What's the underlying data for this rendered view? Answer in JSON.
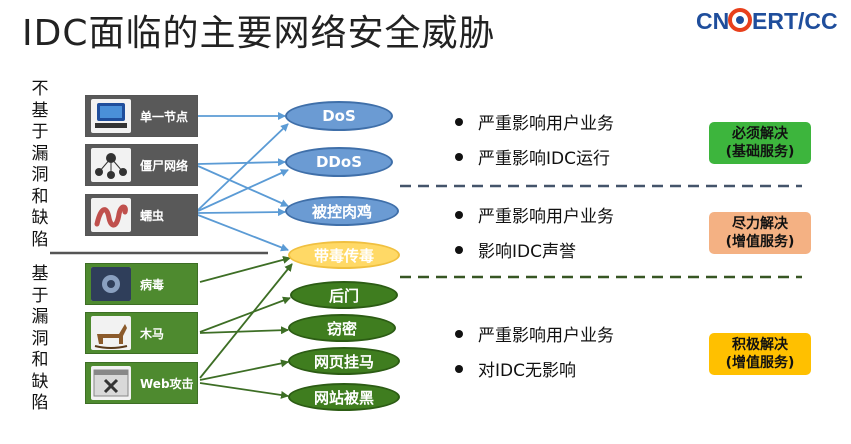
{
  "title": "IDC面临的主要网络安全威胁",
  "logo": {
    "text": "CNCERT/CC",
    "brand_color": "#1f4e9c",
    "accent_color": "#e8401c"
  },
  "side_labels": {
    "not_vuln": "不基于漏洞和缺陷",
    "vuln": "基于漏洞和缺陷"
  },
  "sources": [
    {
      "label": "单一节点",
      "icon": "computer-icon"
    },
    {
      "label": "僵尸网络",
      "icon": "botnet-icon"
    },
    {
      "label": "蠕虫",
      "icon": "worm-icon"
    },
    {
      "label": "病毒",
      "icon": "virus-icon"
    },
    {
      "label": "木马",
      "icon": "trojan-horse-icon"
    },
    {
      "label": "Web攻击",
      "icon": "web-attack-icon"
    }
  ],
  "threats": [
    {
      "label": "DoS",
      "style": "blue"
    },
    {
      "label": "DDoS",
      "style": "blue"
    },
    {
      "label": "被控肉鸡",
      "style": "blue"
    },
    {
      "label": "带毒传毒",
      "style": "yellow"
    },
    {
      "label": "后门",
      "style": "green"
    },
    {
      "label": "窃密",
      "style": "green"
    },
    {
      "label": "网页挂马",
      "style": "green"
    },
    {
      "label": "网站被黑",
      "style": "green"
    }
  ],
  "impacts": [
    {
      "items": [
        "严重影响用户业务",
        "严重影响IDC运行"
      ]
    },
    {
      "items": [
        "严重影响用户业务",
        "影响IDC声誉"
      ]
    },
    {
      "items": [
        "严重影响用户业务",
        "对IDC无影响"
      ]
    }
  ],
  "badges": [
    {
      "line1": "必须解决",
      "line2": "(基础服务)",
      "color": "#3db53d"
    },
    {
      "line1": "尽力解决",
      "line2": "(增值服务)",
      "color": "#f4b183"
    },
    {
      "line1": "积极解决",
      "line2": "(增值服务)",
      "color": "#ffc000"
    }
  ],
  "colors": {
    "blue_arrow": "#5b9bd5",
    "green_arrow": "#3d6e25",
    "separator_blue": "#44546a",
    "separator_green": "#375623"
  }
}
